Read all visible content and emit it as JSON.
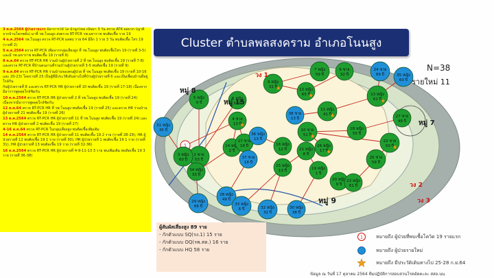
{
  "title": "Cluster ตำบลพลสงคราม อำเภอโนนสูง",
  "counter": {
    "total": "N=38",
    "new_label": "รายใหม่",
    "new_value": "11"
  },
  "timeline": [
    {
      "date": "3 ต.ค.2564 ผู้ป่วยรายแรก",
      "text": "มีอาการไข้ ไอ น้ำมูกไหล เป็นมา 3 วัน ตรวจ ATK ผลบวก (ญาติจากบ้านโคกพลับ) มาที่ รพ.โนนสูง ส่งตรวจ RT-PCR รพ.มหาราช พบติดเชื้อ ราย 19"
    },
    {
      "date": "4 ต.ค.2564",
      "text": "รพ.โนนสูง ตรวจ RT-PCR ผลพบ ราย 64 มีอีก 1 ราย 3 วัน พบติดเชื้อ โทร 19 (รายที่ 2)"
    },
    {
      "date": "5 ต.ค.2564",
      "text": "ตรวจ RT-PCR เพิ่มจากกลุ่มเสี่ยงสูง ที่ รพ.โนนสูง พบติดเชื้อโทร 19 (รายที่ 3-5) และมี รพ.มหาราช พบติดเชื้อ 19 (รายที่ 6)"
    },
    {
      "date": "8 ต.ค.64",
      "text": "ตรวจ RT-PCR HR ร่วมบ้านผู้ป่วยรายที่ 2 ที่ รพ.โนนสูง พบติดเชื้อ 19 (รายที่ 7-8) และตรวจ RT-PCR ที่บ้านคนงานที่ร่วมบ้านผู้ป่วยรายที่ 3-5 พบติดเชื้อ 19 (รายที่ 9)"
    },
    {
      "date": "9 ต.ค.64",
      "text": "ตรวจ RT-PCR HR ร่วมบ้านของคนผู้ป่วย ที่ รพ.โนนสูง พบติดเชื้อ 19 (รายที่ 10-16 และ 20-23) โดยรายที่ 23 เป็นผู้ที่มีประวัติเดินทางไปที่บ้านผู้ป่วยรายที่ 6 และเป็นเพื่อนบ้านที่อยู่ใกล้กัน"
    },
    {
      "date": "",
      "text": "กับผู้ป่วยรายที่ 8 และตรวจ RT-PCR HR ผู้ป่วยรายที่ 10 พบติดเชื้อ 19 (รายที่ 17-18) เนื่องจากมีอาการพูดคุยใกล้ชิดกัน"
    },
    {
      "date": "10 ต.ค.2564",
      "text": "ตรวจ RT-PCR HR ผู้ป่วยรายที่ 2 ที่ รพ.โนนสูง พบติดเชื้อ 19 (รายที่ 24) เนื่องจากมีอาการพูดคุยใกล้ชิดกัน"
    },
    {
      "date": "12 ต.ค.64",
      "text": "ตรวจ RT-PCR HR ที่ รพ.โนนสูง พบติดเชื้อ 19 (รายที่ 25) และตรวจ HR ร่วมบ้านผู้ป่วยรายที่ 21 พบติดเชื้อ 19 (รายที่ 26)"
    },
    {
      "date": "13 ต.ค.2564",
      "text": "ตรวจ RT-PCR HR ผู้ป่วยรายที่ 11 ที่ รพ.โนนสูง พบติดเชื้อ 19 (รายที่ 24) และตรวจ HR ผู้ป่วยรายที่ 2 พบติดเชื้อ 19 (รายที่ 27)"
    },
    {
      "date": "4-16 ต.ค.64",
      "text": "ตรวจ RT-PCR ในกลุ่มเสี่ยงสูง พบติดเชื้อเพิ่มเติม"
    },
    {
      "date": "14 ต.ค.2564",
      "text": "ตรวจ RT-PCR HR ผู้ป่วยรายที่ 11 พบติดเชื้อ 19 2 ราย (รายที่ 28-29), HR ผู้ป่วยรายที่ 12 พบติดเชื้อ 19 1 ราย (รายที่ 30), HR ผู้ป่วยรายที่ 1 พบติดเชื้อ 19 1 ราย (รายที่ 31), HR ผู้ป่วยรายที่ 13 พบติดเชื้อ 19 ราย (รายที่ 32-36)"
    },
    {
      "date": "16 ต.ค.2564",
      "text": "ตรวจ RT-PCR HR ผู้ป่วยรายที่ 4-9-11-13 3 ราย พบเพิ่มเติม พบติดเชื้อ 19 3 ราย (รายที่ 36-38)"
    }
  ],
  "zones": {
    "moo8": "หมู่ 8",
    "moo15": "หมู่ 15",
    "moo9": "หมู่ 9",
    "moo7": "หมู่ 7",
    "w1": "วง 1",
    "w2": "วง 2",
    "w3": "วง 3"
  },
  "nodes": [
    {
      "id": "n1",
      "label": "1",
      "age": ""
    },
    {
      "id": "n2",
      "label": "2 ชาย",
      "age": "53 ปี"
    },
    {
      "id": "n3",
      "label": "3 หญิง",
      "age": "60 ปี"
    },
    {
      "id": "n4",
      "label": "4 ชาย",
      "age": "13 ปี"
    },
    {
      "id": "n5",
      "label": "5 หญิง",
      "age": "9 ปี"
    },
    {
      "id": "n6",
      "label": "6 หญิง",
      "age": "33 ปี"
    },
    {
      "id": "n7",
      "label": "7 หญิง",
      "age": "59 ปี"
    },
    {
      "id": "n8",
      "label": "8 ชาย",
      "age": "32 ปี"
    },
    {
      "id": "n9",
      "label": "9 หญิง",
      "age": "31 ปี"
    },
    {
      "id": "n10",
      "label": "10 ชาย",
      "age": "51 ปี"
    },
    {
      "id": "n11",
      "label": "11 หญิง",
      "age": "41 ปี"
    },
    {
      "id": "n12",
      "label": "12 หญิง",
      "age": "65 ปี"
    },
    {
      "id": "n13",
      "label": "13 หญิง",
      "age": "61 ปี"
    },
    {
      "id": "n14",
      "label": "14 หญิง",
      "age": "2 ปี"
    },
    {
      "id": "n15",
      "label": "15 หญิง",
      "age": "13 ปี"
    },
    {
      "id": "n16",
      "label": "16 หญิง",
      "age": "12 ปี"
    },
    {
      "id": "n17",
      "label": "17 ชาย",
      "age": "18 ปี"
    },
    {
      "id": "n18",
      "label": "18 หญิง",
      "age": "55 ปี"
    },
    {
      "id": "n19",
      "label": "19 หญิง",
      "age": "1 ปี"
    },
    {
      "id": "n20",
      "label": "20 หญิง",
      "age": "9 ปี"
    },
    {
      "id": "n21",
      "label": "21 หญิง",
      "age": "8 ปี"
    },
    {
      "id": "n22",
      "label": "22 ชาย",
      "age": "50 ปี"
    },
    {
      "id": "n23",
      "label": "23 หญิง",
      "age": "61 ปี"
    },
    {
      "id": "n24",
      "label": "24 ชาย",
      "age": "89 ปี"
    },
    {
      "id": "n25",
      "label": "25 ชาย",
      "age": "59 ปี"
    },
    {
      "id": "n26",
      "label": "26 หญิง",
      "age": "17 ปี"
    },
    {
      "id": "n27",
      "label": "27 ชาย",
      "age": "49 ปี"
    },
    {
      "id": "n28",
      "label": "28 หญิง",
      "age": "49 ปี"
    },
    {
      "id": "n29",
      "label": "29 หญิง",
      "age": "66 ปี"
    },
    {
      "id": "n30",
      "label": "30 หญิง",
      "age": "38 ปี"
    },
    {
      "id": "n31",
      "label": "31 หญิง",
      "age": "35 ปี"
    },
    {
      "id": "n32",
      "label": "32 หญิง",
      "age": "32 ปี"
    },
    {
      "id": "n33",
      "label": "33 หญิง",
      "age": "6 ปี"
    },
    {
      "id": "n34",
      "label": "34 หญิง",
      "age": "33 ปี"
    },
    {
      "id": "n35",
      "label": "35 หญิง",
      "age": "60 ปี"
    },
    {
      "id": "n36",
      "label": "36 หญิง",
      "age": "13 ปี"
    },
    {
      "id": "n37",
      "label": "37 ชาย",
      "age": "18 ปี"
    },
    {
      "id": "n38",
      "label": "38 ชาย",
      "age": "13 ปี"
    }
  ],
  "summary": {
    "title": "ผู้สัมผัสเสี่ยงสูง 89 ราย",
    "rows": [
      "- กักตัวแบบ SQ(รง.1) 15 ราย",
      "- กักตัวแบบ OQ(รพ.สต.) 16 ราย",
      "- กักตัวแบบ HQ 58 ราย"
    ]
  },
  "legend": {
    "index": "หมายถึง ผู้ป่วยที่พบเชื้อโควิด 19 รายแรก",
    "new": "หมายถึง ผู้ป่วยรายใหม่",
    "star": "หมายถึง มีประวัติเดินทางไป 25-28 ก.ย.64"
  },
  "footer": "ข้อมูล ณ วันที่ 17 ตุลาคม 2564 ทีมปฏิบัติการสอบสวนโรคอัตตะละ สสอ.นน",
  "colors": {
    "green": "#1e9e2e",
    "blue": "#1f8fd8",
    "title_bg": "#1b2f74",
    "yellow": "#ffff00",
    "ring_outer": "#9aa6a3",
    "ring_mid": "#c8dbb9",
    "inner": "#f6f0d6",
    "red": "#d01010"
  }
}
